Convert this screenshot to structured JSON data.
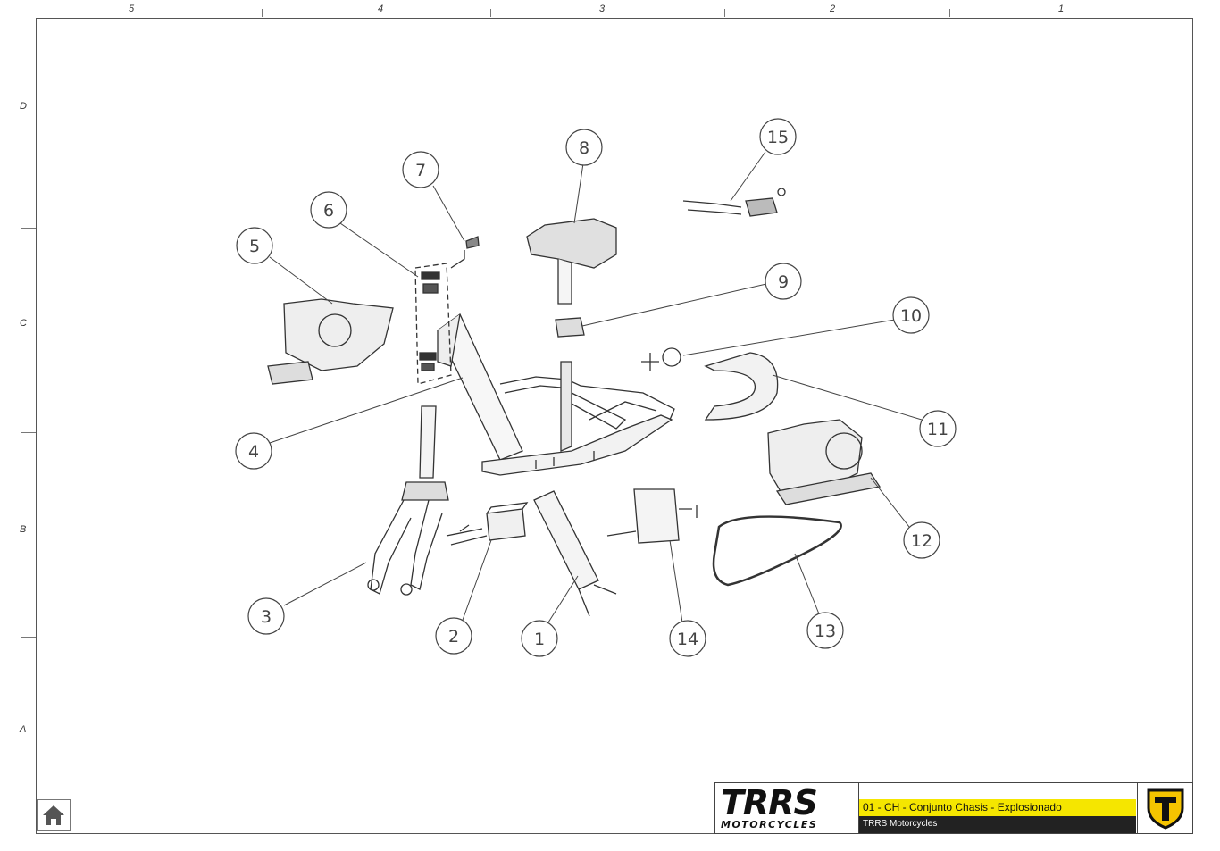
{
  "grid": {
    "columns": [
      "5",
      "4",
      "3",
      "2",
      "1"
    ],
    "rows": [
      "D",
      "C",
      "B",
      "A"
    ]
  },
  "callouts": [
    "1",
    "2",
    "3",
    "4",
    "5",
    "6",
    "7",
    "8",
    "9",
    "10",
    "11",
    "12",
    "13",
    "14",
    "15"
  ],
  "title_block": {
    "brand_main": "TRRS",
    "brand_sub": "MOTORCYCLES",
    "drawing_title": "01 - CH - Conjunto Chasis - Explosionado",
    "company": "TRRS Motorcycles",
    "accent_color": "#f5e600",
    "logo_accent": "#f5c400"
  },
  "icons": {
    "home": "home-icon",
    "logo": "trrs-shield-logo"
  }
}
